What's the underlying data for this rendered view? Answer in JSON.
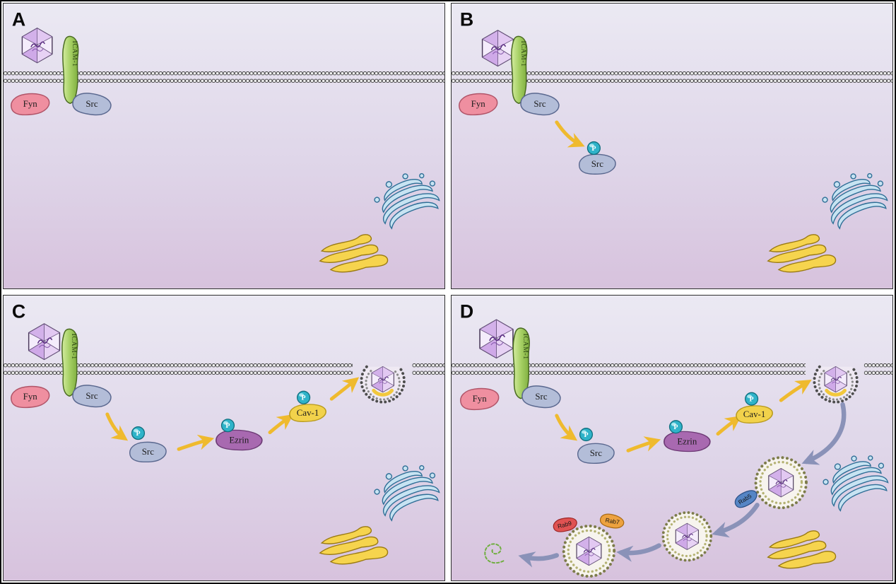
{
  "figure": {
    "panels": [
      {
        "letter": "A"
      },
      {
        "letter": "B"
      },
      {
        "letter": "C"
      },
      {
        "letter": "D"
      }
    ],
    "molecules": {
      "icam1": "ICAM-1",
      "fyn": "Fyn",
      "src": "Src",
      "phospho": "P",
      "ezrin": "Ezrin",
      "cav1": "Cav-1",
      "rab5": "Rab5",
      "rab7": "Rab7",
      "rab9": "Rab9"
    },
    "colors": {
      "icam1": "#a5cf63",
      "fyn": "#ef8fa0",
      "src": "#b3bdd8",
      "phospho": "#2fb3c9",
      "ezrin": "#a869b0",
      "cav1": "#f2d24b",
      "rab5": "#5585c5",
      "rab7": "#eda23f",
      "rab9": "#e05252",
      "golgi": "#c7e3f2",
      "er": "#f6d44e",
      "membrane": "#3a3a3a",
      "arrow_yellow": "#efba2e",
      "arrow_gray": "#8a92b8",
      "rna": "#6fae3f"
    }
  }
}
